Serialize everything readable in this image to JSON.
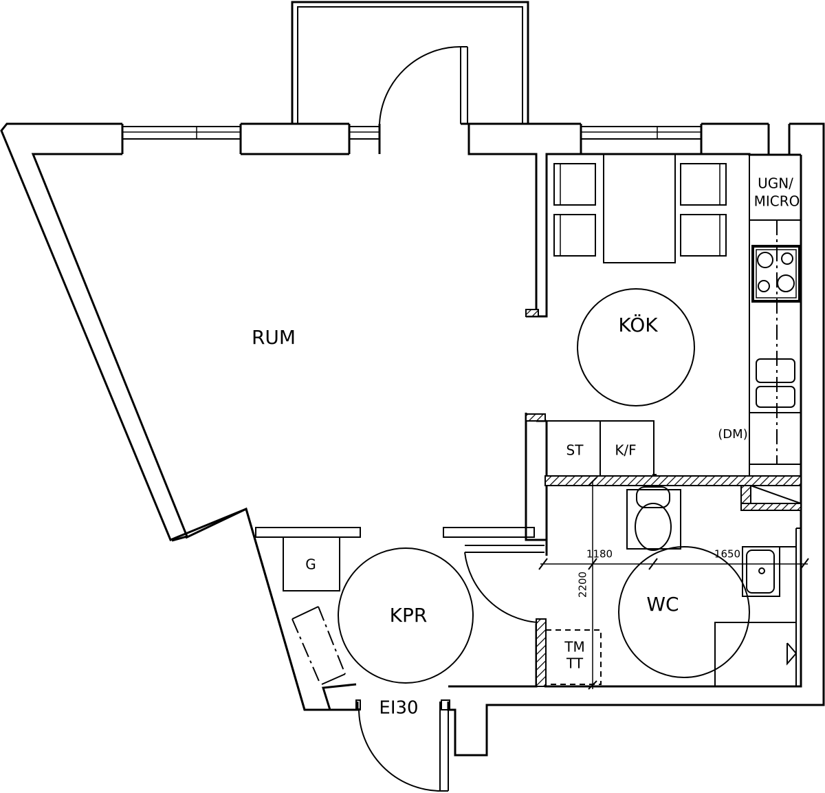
{
  "rooms": {
    "rum": "RUM",
    "kok": "KÖK",
    "kpr": "KPR",
    "wc": "WC"
  },
  "fixtures": {
    "ugn_line1": "UGN/",
    "ugn_line2": "MICRO",
    "dm": "(DM)",
    "st": "ST",
    "kf": "K/F",
    "g": "G",
    "tm": "TM",
    "tt": "TT",
    "door_rating": "EI30"
  },
  "dimensions": {
    "d1180": "1180",
    "d1650": "1650",
    "d2200": "2200"
  }
}
